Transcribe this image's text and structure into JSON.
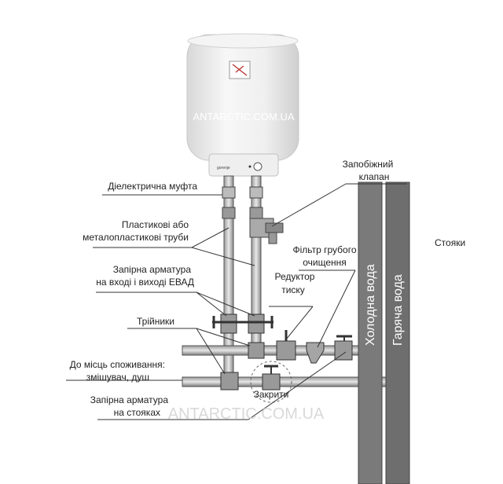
{
  "watermark": "ANTARCTIC.COM.UA",
  "labels": {
    "dielectric": "Діелектрична муфта",
    "pipes_1": "Пластикові або",
    "pipes_2": "металопластикові труби",
    "shutoff_1": "Запірна арматура",
    "shutoff_2": "на вході і виході ЕВАД",
    "tees": "Трійники",
    "consumers_1": "До місць споживання:",
    "consumers_2": "змішувач, душ",
    "riser_valves_1": "Запірна арматура",
    "riser_valves_2": "на стояках",
    "safety_1": "Запобіжний",
    "safety_2": "клапан",
    "filter_1": "Фільтр грубого",
    "filter_2": "очищення",
    "reducer_1": "Редуктор",
    "reducer_2": "тиску",
    "closed": "Закрити",
    "risers": "Стояки",
    "cold_water": "Холодна вода",
    "hot_water": "Гаряча вода"
  },
  "colors": {
    "pipe": "#6e6e6e",
    "riser": "#7a7a7a",
    "heater": "#f2f2f2"
  }
}
